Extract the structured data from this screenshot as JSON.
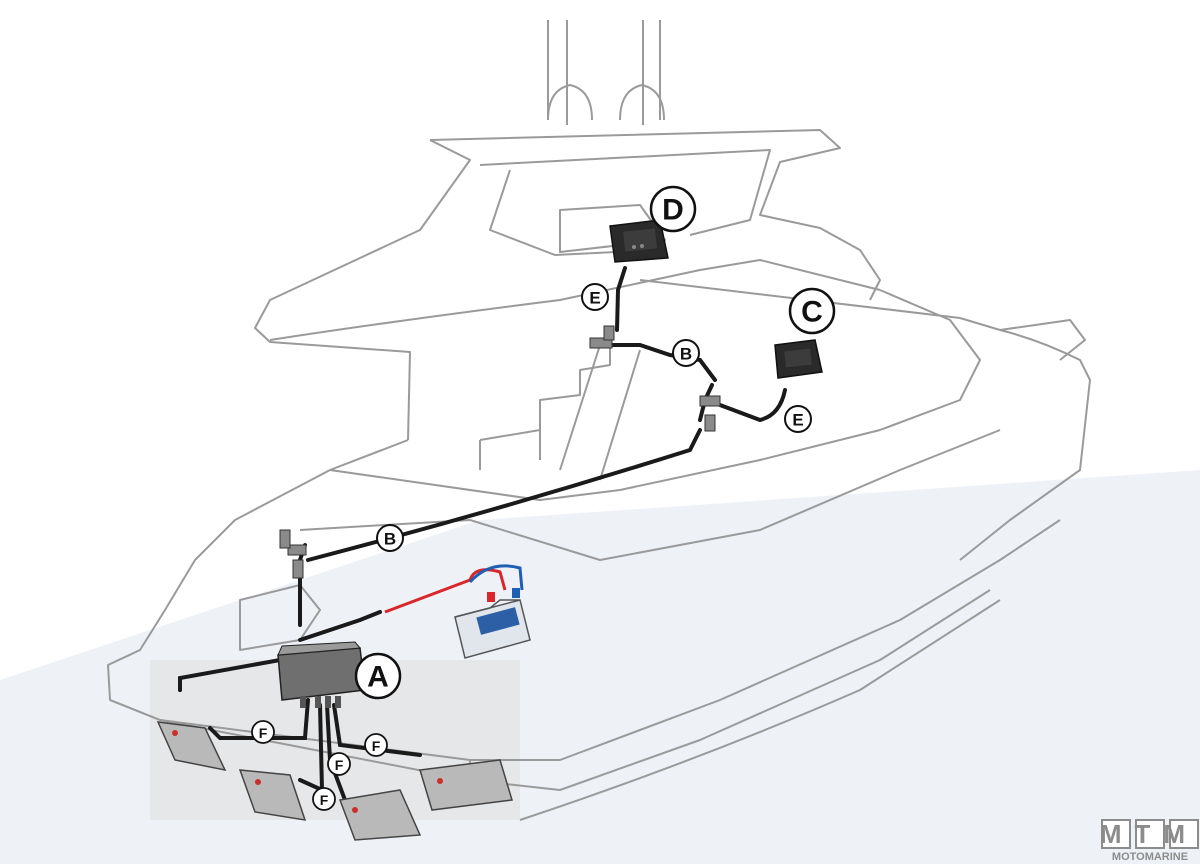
{
  "labels": {
    "A": "A",
    "B": "B",
    "C": "C",
    "D": "D",
    "E": "E",
    "F": "F"
  },
  "watermark": {
    "letters": "MTM",
    "brand": "MOTOMARINE"
  },
  "colors": {
    "outline": "#9a9a9a",
    "cable": "#1a1a1a",
    "water": "#eaf0f6",
    "positive_cable": "#d8262b",
    "negative_cable": "#1f5fb3",
    "watermark": "#8c8c8c"
  }
}
